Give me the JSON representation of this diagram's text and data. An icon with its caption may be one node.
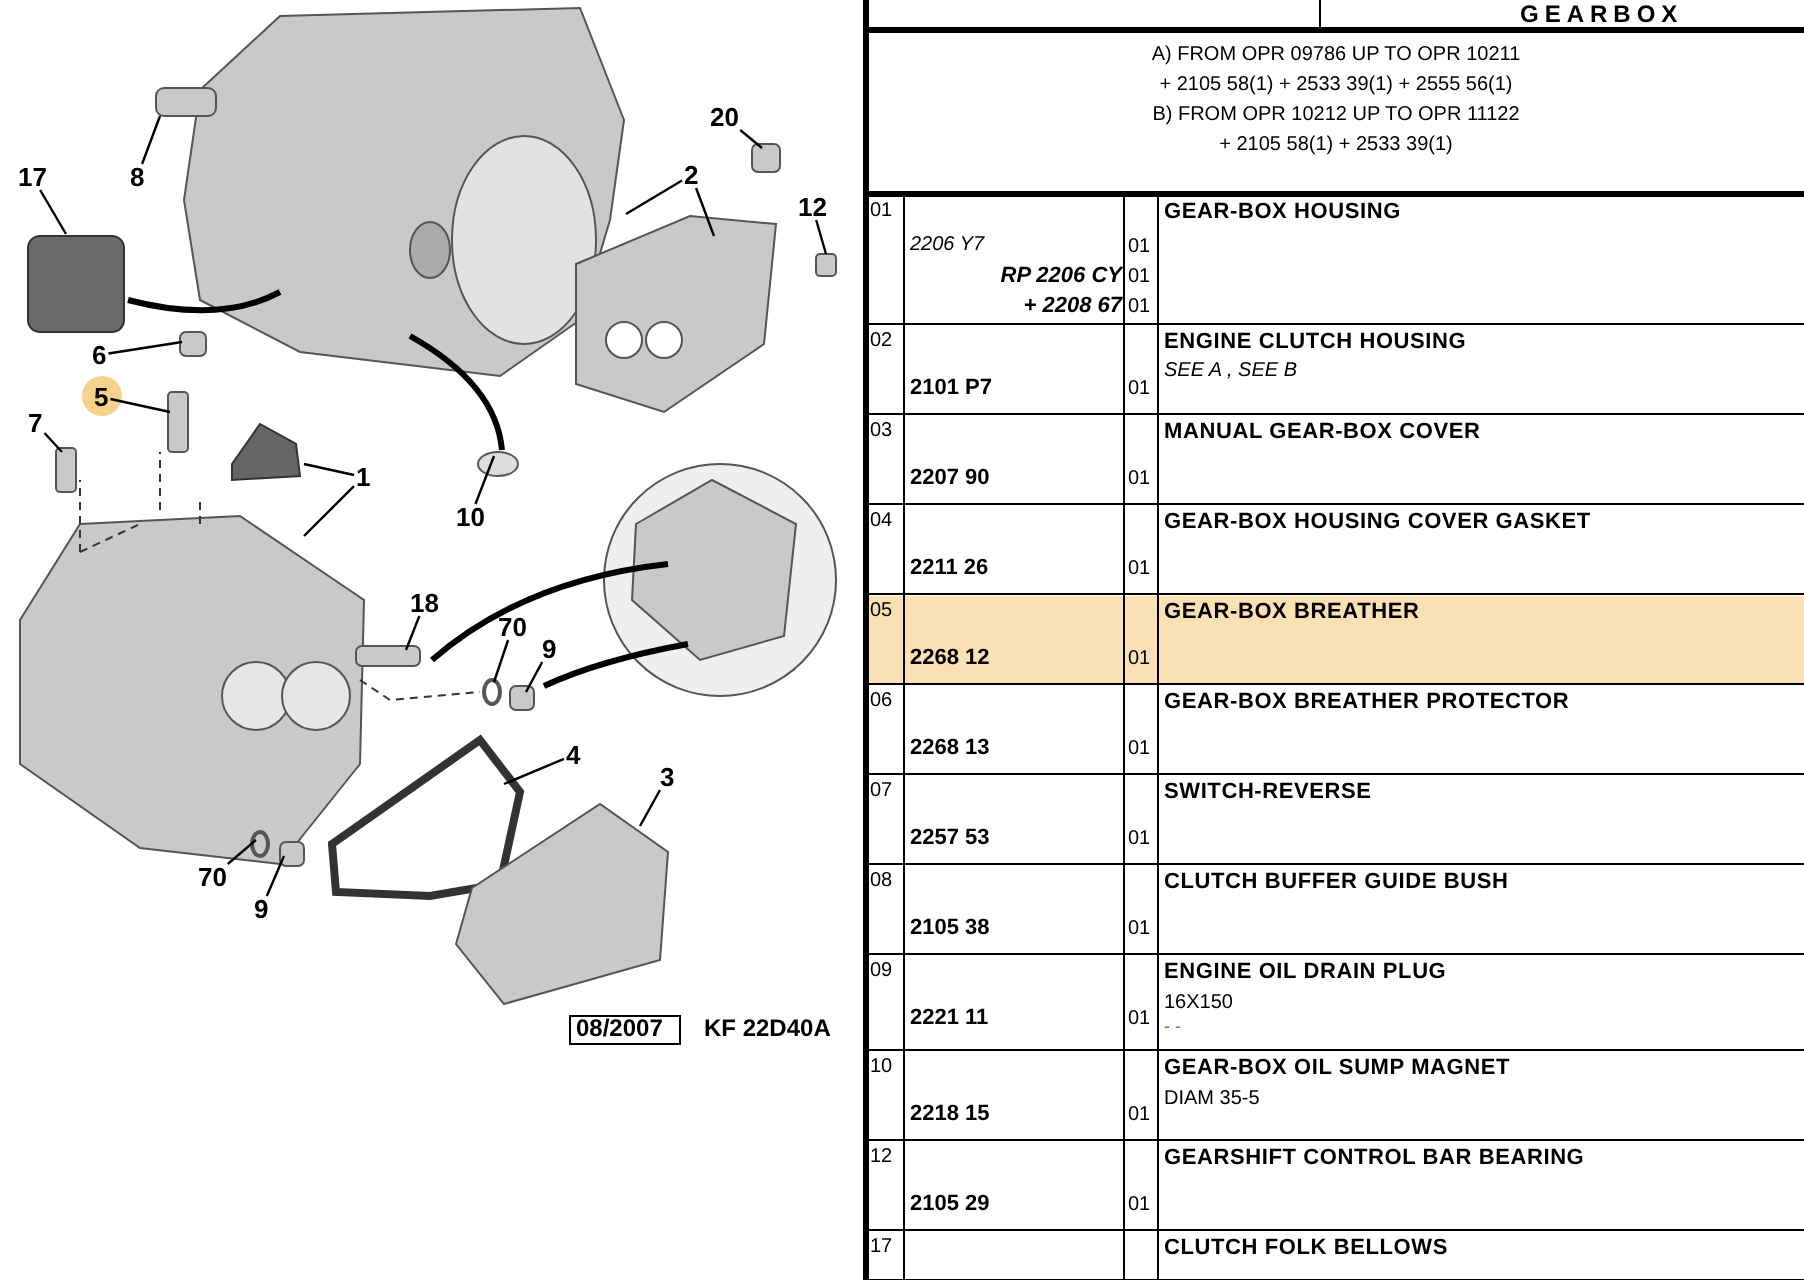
{
  "diagram": {
    "nodes": [
      {
        "text": [
          "20"
        ]
      },
      {
        "text": [
          "17"
        ]
      },
      {
        "text": [
          "8"
        ]
      },
      {
        "text": [
          "2"
        ]
      },
      {
        "text": [
          "12"
        ]
      },
      {
        "text": [
          "6"
        ]
      },
      {
        "text": [
          "5"
        ]
      },
      {
        "text": [
          "7"
        ]
      },
      {
        "text": [
          "1"
        ]
      },
      {
        "text": [
          "10"
        ]
      },
      {
        "text": [
          "18"
        ]
      },
      {
        "text": [
          "70"
        ]
      },
      {
        "text": [
          "9"
        ]
      },
      {
        "text": [
          "4"
        ]
      },
      {
        "text": [
          "3"
        ]
      },
      {
        "text": [
          "70"
        ]
      },
      {
        "text": [
          "9"
        ]
      }
    ],
    "edges": [
      {
        "from": 0,
        "to": null,
        "arrow": "none"
      },
      {
        "from": 1,
        "to": null,
        "arrow": "none"
      },
      {
        "from": 2,
        "to": null,
        "arrow": "none"
      },
      {
        "from": 3,
        "to": null,
        "arrow": "none"
      },
      {
        "from": 3,
        "to": null,
        "arrow": "none"
      },
      {
        "from": 4,
        "to": null,
        "arrow": "none"
      },
      {
        "from": 5,
        "to": null,
        "arrow": "none"
      },
      {
        "from": 6,
        "to": null,
        "arrow": "none"
      },
      {
        "from": 7,
        "to": null,
        "arrow": "none"
      },
      {
        "from": 8,
        "to": null,
        "arrow": "none"
      },
      {
        "from": 8,
        "to": null,
        "arrow": "none"
      },
      {
        "from": 9,
        "to": null,
        "arrow": "none"
      },
      {
        "from": 10,
        "to": null,
        "arrow": "none"
      },
      {
        "from": 11,
        "to": null,
        "arrow": "none"
      },
      {
        "from": 12,
        "to": null,
        "arrow": "none"
      },
      {
        "from": 13,
        "to": null,
        "arrow": "none"
      },
      {
        "from": 14,
        "to": null,
        "arrow": "none"
      },
      {
        "from": 15,
        "to": null,
        "arrow": "none"
      },
      {
        "from": 16,
        "to": null,
        "arrow": "none"
      }
    ],
    "labels": [
      "GEARBOX",
      "A) FROM OPR 09786 UP TO OPR 10211",
      "+ 2105 58(1) + 2533 39(1) + 2555 56(1)",
      "B) FROM OPR 10212 UP TO OPR 11122",
      "+ 2105 58(1) + 2533 39(1)",
      "01",
      "GEAR-BOX HOUSING",
      "2206 Y7",
      "01",
      "RP 2206 CY",
      "01",
      "+ 2208 67",
      "01",
      "02",
      "ENGINE CLUTCH HOUSING",
      "2101 P7",
      "01",
      "SEE A , SEE B",
      "03",
      "MANUAL GEAR-BOX COVER",
      "2207 90",
      "01",
      "04",
      "GEAR-BOX HOUSING COVER GASKET",
      "2211 26",
      "01",
      "05",
      "GEAR-BOX BREATHER",
      "2268 12",
      "01",
      "06",
      "GEAR-BOX BREATHER PROTECTOR",
      "2268 13",
      "01",
      "07",
      "SWITCH-REVERSE",
      "2257 53",
      "01",
      "08",
      "CLUTCH BUFFER GUIDE BUSH",
      "2105 38",
      "01",
      "09",
      "ENGINE OIL DRAIN PLUG",
      "2221 11",
      "01",
      "16X150",
      "- -",
      "10",
      "GEAR-BOX OIL SUMP MAGNET",
      "2218 15",
      "01",
      "DIAM 35-5",
      "12",
      "GEARSHIFT CONTROL BAR BEARING",
      "2105 29",
      "01",
      "17",
      "CLUTCH FOLK BELLOWS",
      "08/2007",
      "KF 22D40A"
    ]
  }
}
